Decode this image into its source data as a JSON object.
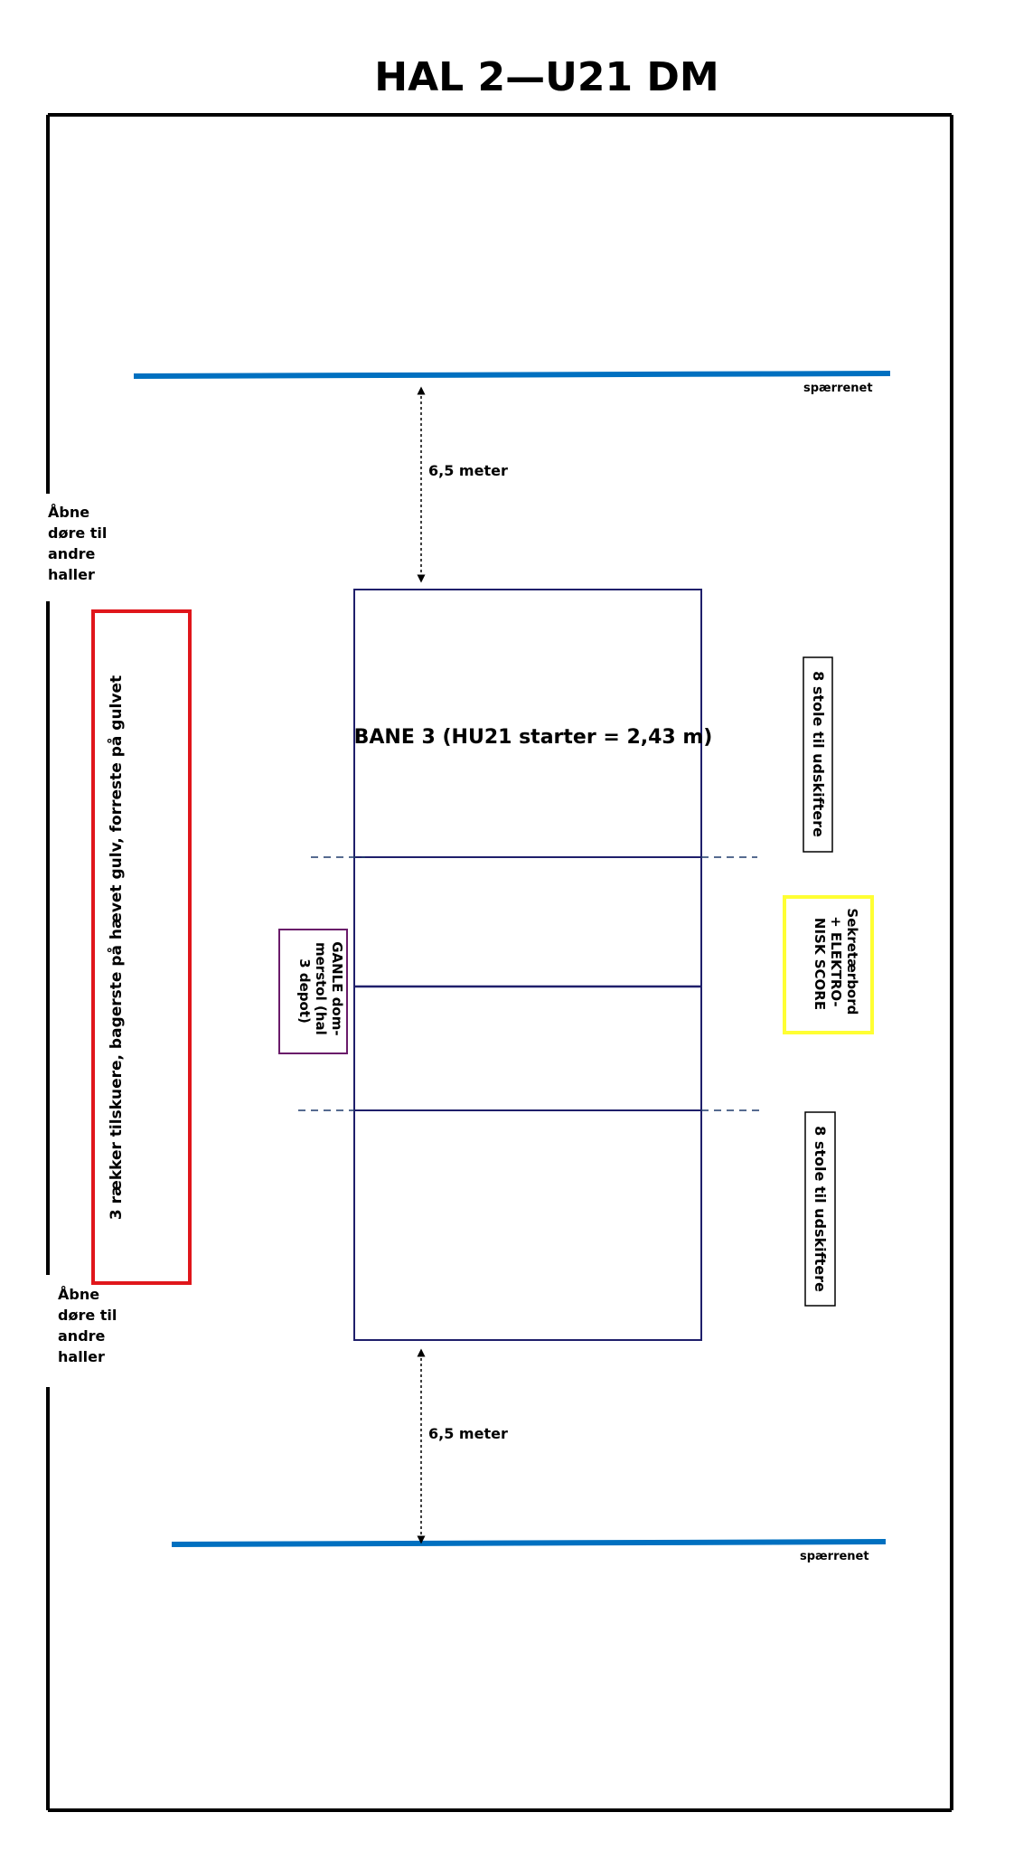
{
  "title": "HAL 2—U21 DM",
  "court_label": "BANE 3 (HU21 starter = 2,43 m)",
  "net_top_label": "spærrenet",
  "net_bottom_label": "spærrenet",
  "distance_top": "6,5 meter",
  "distance_bottom": "6,5 meter",
  "door_top": [
    "Åbne",
    "døre til",
    "andre",
    "haller"
  ],
  "door_bottom": [
    "Åbne",
    "døre til",
    "andre",
    "haller"
  ],
  "spectators": "3 rækker tilskuere, bagerste på hævet gulv, forreste på gulvet",
  "referee": [
    "GANLE dom-",
    "merstol (hal",
    "3 depot)"
  ],
  "chairs_top": "8 stole til udskiftere",
  "chairs_bottom": "8 stole til udskiftere",
  "secretary": [
    "Sekretærbord",
    "+ ELEKTRO-",
    "NISK SCORE"
  ],
  "colors": {
    "net": "#0070c0",
    "court": "#1f1f6b",
    "spectators_box": "#e0161b",
    "referee_box": "#6a1b6a",
    "secretary_box": "#ffff33",
    "wall": "#000000"
  }
}
